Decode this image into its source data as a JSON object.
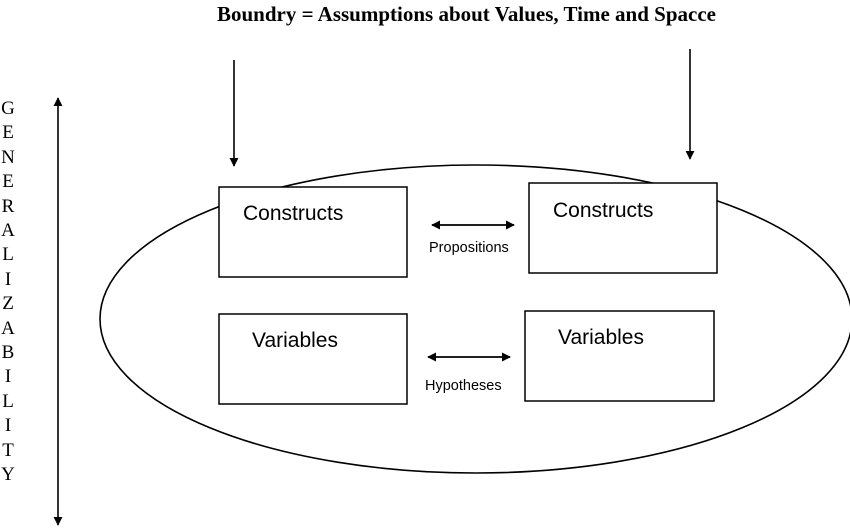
{
  "title": "Boundry = Assumptions about Values, Time and Spacce",
  "side_axis": {
    "letters": [
      "G",
      "E",
      "N",
      "E",
      "R",
      "A",
      "L",
      "I",
      "Z",
      "A",
      "B",
      "I",
      "L",
      "I",
      "T",
      "Y"
    ]
  },
  "boxes": {
    "constructs_left": "Constructs",
    "constructs_right": "Constructs",
    "variables_left": "Variables",
    "variables_right": "Variables"
  },
  "relations": {
    "propositions": "Propositions",
    "hypotheses": "Hypotheses"
  }
}
